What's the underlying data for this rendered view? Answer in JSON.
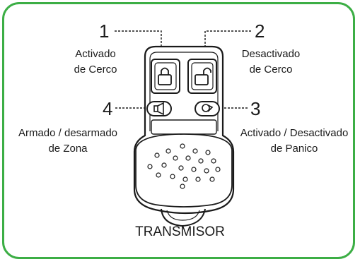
{
  "callouts": [
    {
      "number": "1",
      "label_line1": "Activado",
      "label_line2": "de Cerco"
    },
    {
      "number": "2",
      "label_line1": "Desactivado",
      "label_line2": "de Cerco"
    },
    {
      "number": "3",
      "label_line1": "Activado / Desactivado",
      "label_line2": "de Panico"
    },
    {
      "number": "4",
      "label_line1": "Armado / desarmado",
      "label_line2": "de Zona"
    }
  ],
  "title": "TRANSMISOR",
  "colors": {
    "frame": "#3cae45",
    "ink": "#1a1a1a"
  },
  "icons": [
    "lock-closed-icon",
    "lock-open-icon",
    "horn-icon",
    "siren-icon"
  ]
}
